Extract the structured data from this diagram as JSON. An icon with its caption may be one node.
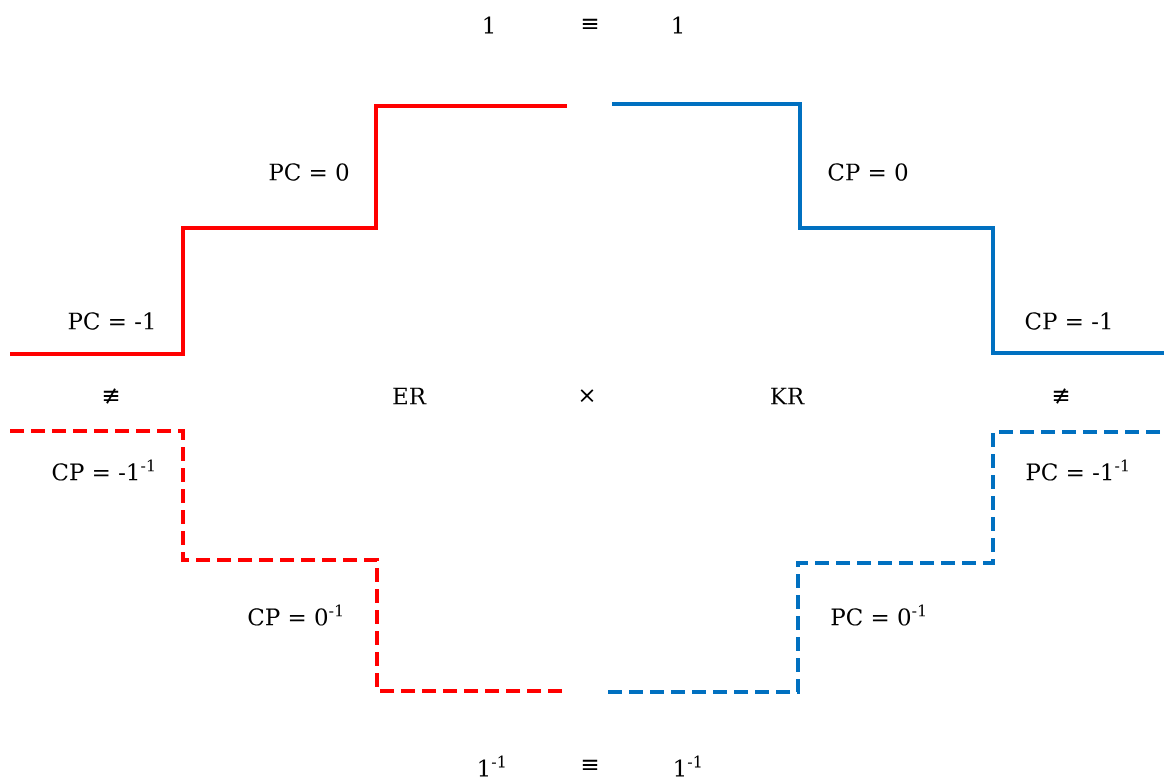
{
  "diagram": {
    "labels": [
      "1",
      "≡",
      "1",
      "PC = 0",
      "CP = 0",
      "PC = -1",
      "CP = -1",
      "≢",
      "ER",
      "×",
      "KR",
      "≢",
      "CP = -1$^{-1}$",
      "PC = -1$^{-1}$",
      "CP = 0$^{-1}$",
      "PC = 0$^{-1}$",
      "1$^{-1}$",
      "≡",
      "1$^{-1}$"
    ]
  }
}
